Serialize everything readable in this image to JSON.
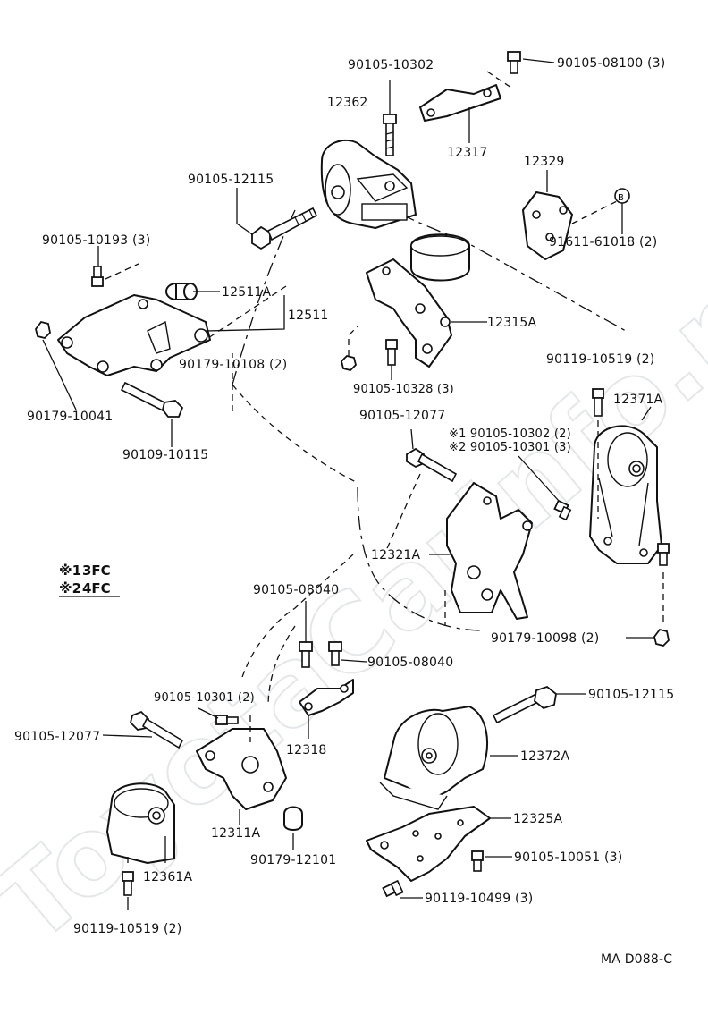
{
  "watermark": "ToyotaCarInfo.ru",
  "drawing_code": "MA D088-C",
  "notes": [
    {
      "mark": "※1",
      "text": "3FC"
    },
    {
      "mark": "※2",
      "text": "4FC"
    }
  ],
  "labels": {
    "p90105_10302_top": "90105-10302",
    "p90105_08100": "90105-08100 (3)",
    "p12362": "12362",
    "p12317": "12317",
    "p90105_12115_top": "90105-12115",
    "p12329": "12329",
    "p91611_61018": "91611-61018 (2)",
    "p90105_10193": "90105-10193 (3)",
    "p12511A": "12511A",
    "p12511": "12511",
    "p12315A": "12315A",
    "p90179_10108": "90179-10108 (2)",
    "p90105_10328": "90105-10328 (3)",
    "p90119_10519_right": "90119-10519 (2)",
    "p12371A": "12371A",
    "p90179_10041": "90179-10041",
    "p90109_10115": "90109-10115",
    "p90105_12077_mid": "90105-12077",
    "p_star1_90105_10302": "※1 90105-10302 (2)",
    "p_star2_90105_10301": "※2 90105-10301 (3)",
    "p12321A": "12321A",
    "p90179_10098": "90179-10098 (2)",
    "p90105_08040_upper": "90105-08040",
    "p90105_08040_lower": "90105-08040",
    "p90105_10301_left": "90105-10301 (2)",
    "p90105_12077_left": "90105-12077",
    "p12318": "12318",
    "p90105_12115_bottom": "90105-12115",
    "p12372A": "12372A",
    "p12311A": "12311A",
    "p12325A": "12325A",
    "p90179_12101": "90179-12101",
    "p12361A": "12361A",
    "p90105_10051": "90105-10051 (3)",
    "p90119_10499": "90119-10499 (3)",
    "p90119_10519_bottom": "90119-10519 (2)"
  },
  "marker_B": "B"
}
